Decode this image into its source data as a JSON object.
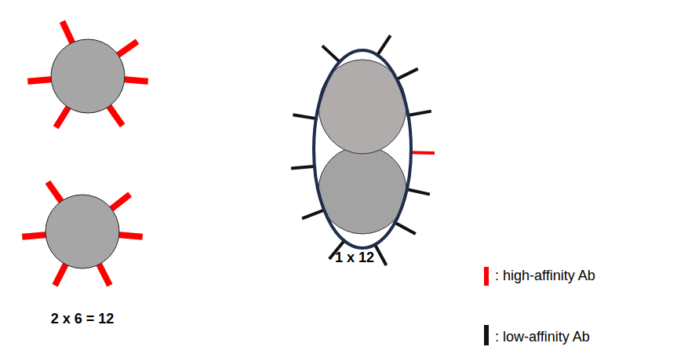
{
  "diagram": {
    "labels": [
      "2 x 6 = 12",
      "1 x 12"
    ],
    "legend": [
      {
        "text": ": high-affinity Ab",
        "color": "#ff0000"
      },
      {
        "text": ": low-affinity Ab",
        "color": "#111111"
      }
    ]
  }
}
